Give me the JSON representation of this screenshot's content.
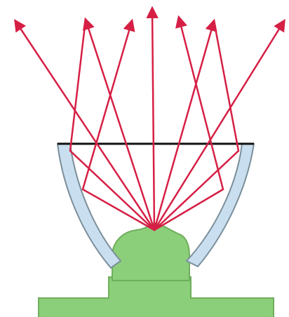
{
  "diagram": {
    "colors": {
      "background": "#ffffff",
      "rays": "#d61f45",
      "led_body": "#8ccf7a",
      "led_outline": "#6fae5c",
      "reflector_fill": "#c9dff0",
      "reflector_outline": "#7b8e9a",
      "aperture_line": "#111111"
    },
    "components": [
      "led-package",
      "reflector-cup",
      "aperture-line",
      "light-rays"
    ]
  }
}
